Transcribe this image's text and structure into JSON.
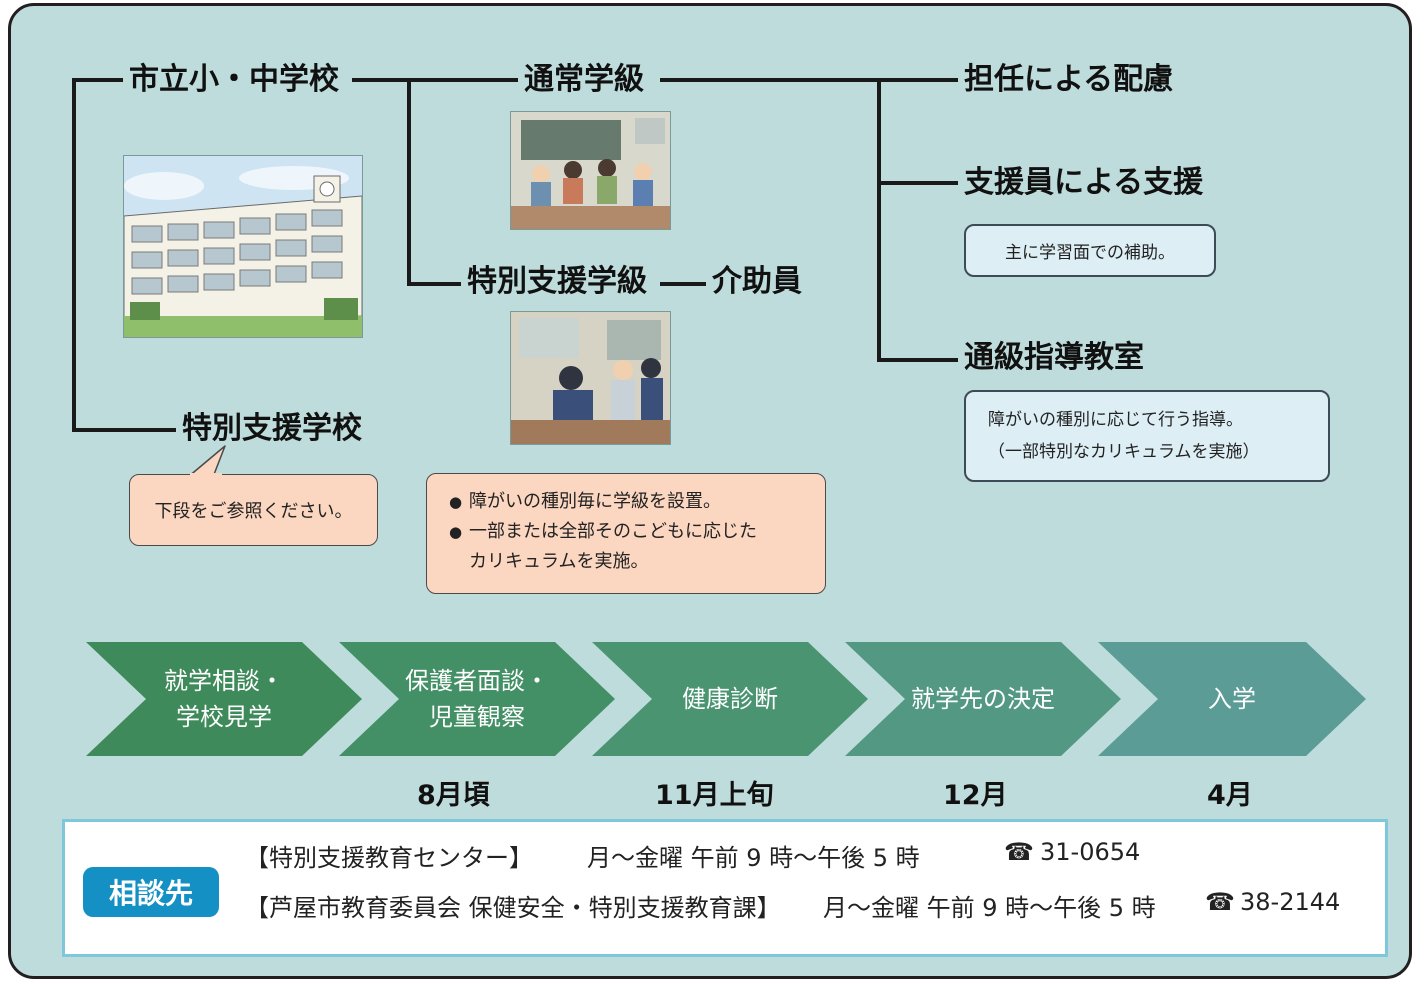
{
  "tree": {
    "school": "市立小・中学校",
    "regular_class": "通常学級",
    "special_class": "特別支援学級",
    "aide": "介助員",
    "special_school": "特別支援学校",
    "homeroom": "担任による配慮",
    "supporter": "支援員による支援",
    "resource_room": "通級指導教室"
  },
  "notes": {
    "special_school": "下段をご参照ください。",
    "special_class": [
      "障がいの種別毎に学級を設置。",
      "一部または全部そのこどもに応じた",
      "カリキュラムを実施。"
    ],
    "supporter": "主に学習面での補助。",
    "resource_room": [
      "障がいの種別に応じて行う指導。",
      "（一部特別なカリキュラムを実施）"
    ]
  },
  "steps": [
    {
      "lines": [
        "就学相談・",
        "学校見学"
      ],
      "date": "",
      "color": "#3e8a5a"
    },
    {
      "lines": [
        "保護者面談・",
        "児童観察"
      ],
      "date": "8月頃",
      "color": "#438f66"
    },
    {
      "lines": [
        "健康診断"
      ],
      "date": "11月上旬",
      "color": "#4a9472"
    },
    {
      "lines": [
        "就学先の決定"
      ],
      "date": "12月",
      "color": "#529883"
    },
    {
      "lines": [
        "入学"
      ],
      "date": "4月",
      "color": "#5b9c96"
    }
  ],
  "contact": {
    "badge": "相談先",
    "rows": [
      {
        "org": "【特別支援教育センター】",
        "hours": "月～金曜 午前 9 時～午後 5 時",
        "phone_icon": "☎",
        "phone": "31-0654"
      },
      {
        "org": "【芦屋市教育委員会 保健安全・特別支援教育課】",
        "hours": "月～金曜 午前 9 時～午後 5 時",
        "phone_icon": "☎",
        "phone": "38-2144"
      }
    ]
  },
  "illustrations": {
    "building": "school-building-illustration",
    "regular": "classroom-illustration",
    "special": "special-classroom-illustration"
  }
}
